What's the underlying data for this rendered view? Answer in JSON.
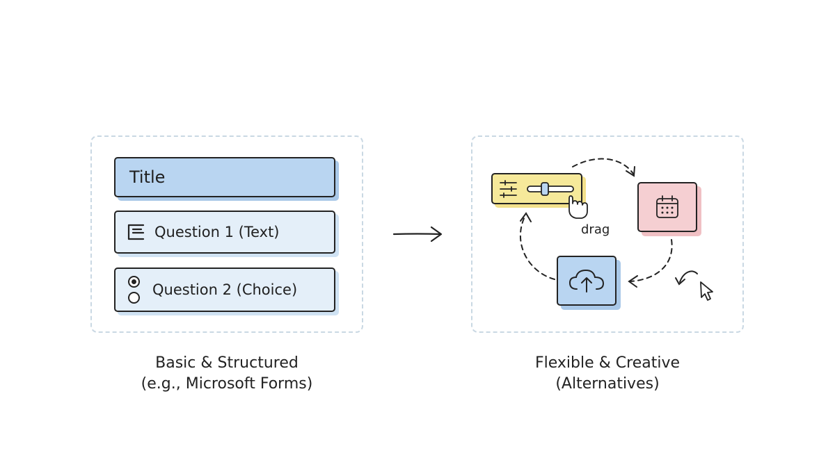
{
  "left": {
    "title_field": "Title",
    "question1": "Question 1 (Text)",
    "question2": "Question 2 (Choice)",
    "caption_line1": "Basic & Structured",
    "caption_line2": "(e.g., Microsoft Forms)"
  },
  "right": {
    "drag_label": "drag",
    "caption_line1": "Flexible & Creative",
    "caption_line2": "(Alternatives)",
    "tiles": [
      "slider-icon",
      "calendar-icon",
      "cloud-upload-icon"
    ]
  },
  "icons": {
    "text_field": "text-lines-icon",
    "arrow": "right-arrow-icon",
    "pointer": "hand-pointer-icon",
    "cursor": "mouse-cursor-icon"
  },
  "colors": {
    "blue": "#b9d5f1",
    "light_blue": "#e4eff9",
    "yellow": "#f6e99a",
    "pink": "#f5cfd2",
    "dashed_border": "#c9d8e3"
  }
}
